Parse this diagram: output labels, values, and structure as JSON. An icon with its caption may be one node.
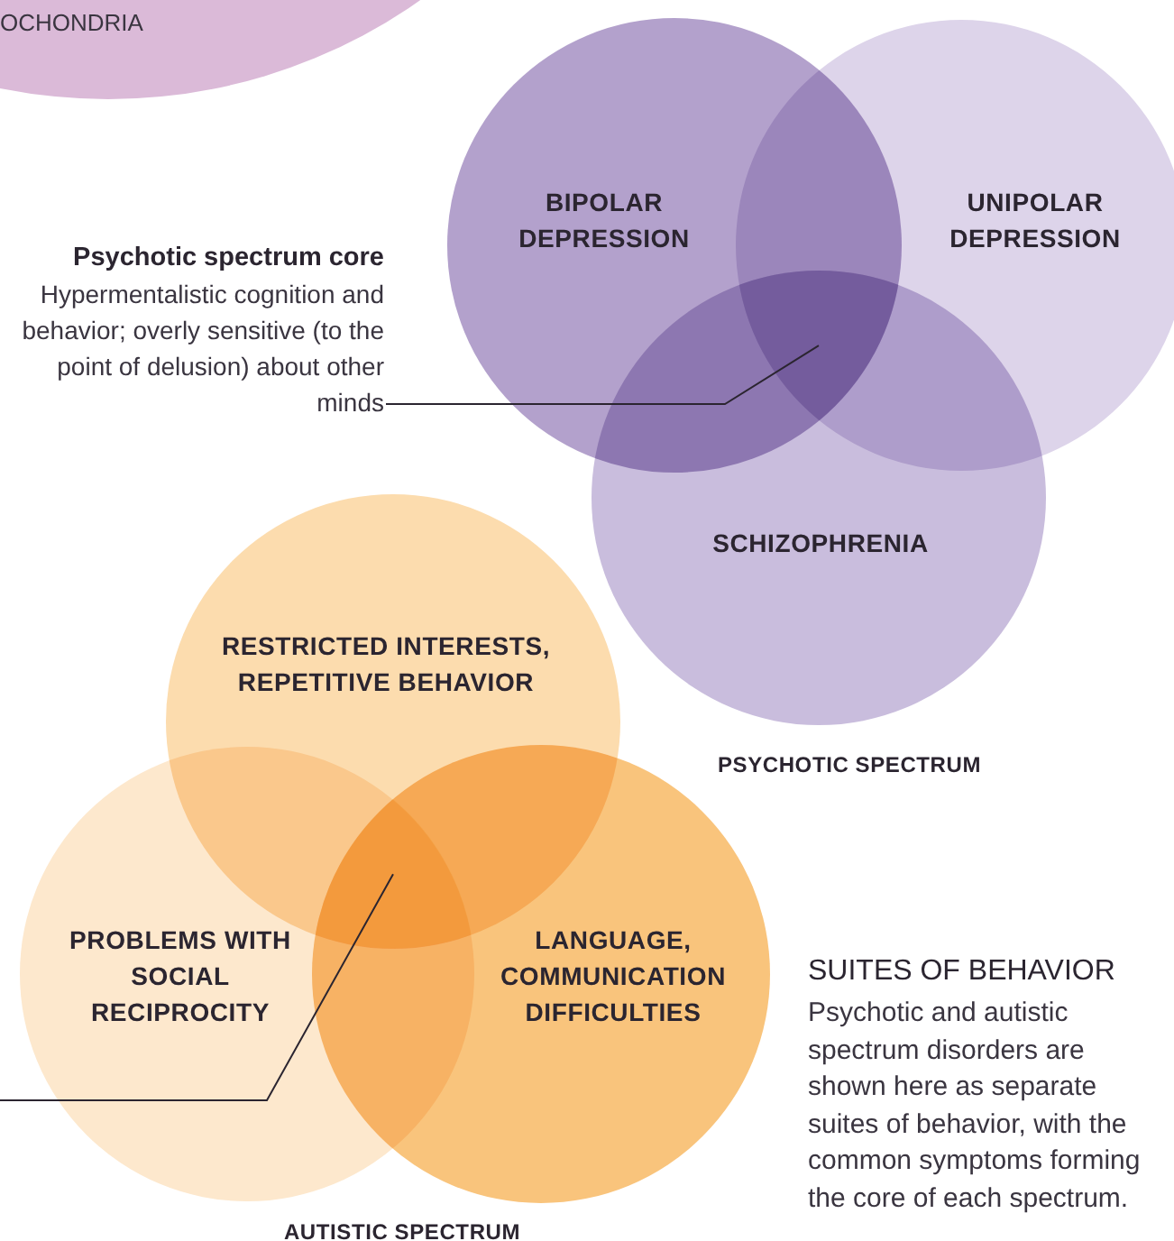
{
  "diagram": {
    "nodes": [
      {
        "text": [
          "OCHONDRIA"
        ]
      },
      {
        "text": [
          "BIPOLAR DEPRESSION"
        ]
      },
      {
        "text": [
          "UNIPOLAR DEPRESSION"
        ]
      },
      {
        "text": [
          "Psychotic spectrum core",
          "Hypermentalistic cognition and behavior; overly sensitive (to the point of delusion) about other minds"
        ]
      },
      {
        "text": [],
        "shape": "region"
      },
      {
        "text": [
          "SCHIZOPHRENIA"
        ]
      },
      {
        "text": [
          "RESTRICTED INTERESTS, REPETITIVE BEHAVIOR"
        ]
      },
      {
        "text": [
          "PROBLEMS WITH SOCIAL RECIPROCITY"
        ]
      },
      {
        "text": [],
        "shape": "region"
      },
      {
        "text": [
          "LANGUAGE, COMMUNICATION DIFFICULTIES"
        ]
      }
    ],
    "edges": [
      {
        "from": 3,
        "to": 4,
        "arrow": "none"
      },
      {
        "from": null,
        "to": 8,
        "arrow": "none"
      }
    ],
    "labels": [
      "PSYCHOTIC SPECTRUM",
      "AUTISTIC SPECTRUM",
      "SUITES OF BEHAVIOR",
      "Psychotic and autistic spectrum disorders are shown here as separate suites of behavior, with the common symptoms forming the core of each spectrum."
    ]
  }
}
